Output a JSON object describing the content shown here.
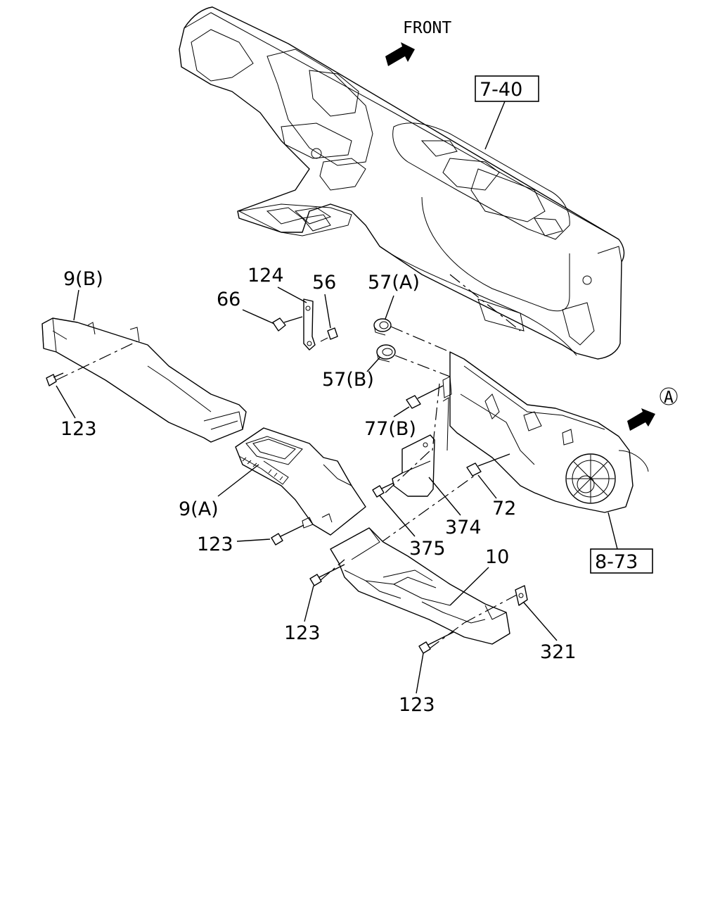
{
  "front_label": "FRONT",
  "view_a": "A",
  "refs": {
    "dashboard": "7-40",
    "blower": "8-73"
  },
  "labels": {
    "duct_9b": "9(B)",
    "screw_123_tl": "123",
    "bracket_124": "124",
    "bolt_66": "66",
    "clip_56": "56",
    "grommet_57a": "57(A)",
    "grommet_57b": "57(B)",
    "bolt_77b": "77(B)",
    "duct_9a": "9(A)",
    "screw_123_ml": "123",
    "bracket_374": "374",
    "screw_375": "375",
    "bolt_72": "72",
    "duct_10": "10",
    "screw_123_bl": "123",
    "clip_321": "321",
    "screw_123_b": "123"
  }
}
